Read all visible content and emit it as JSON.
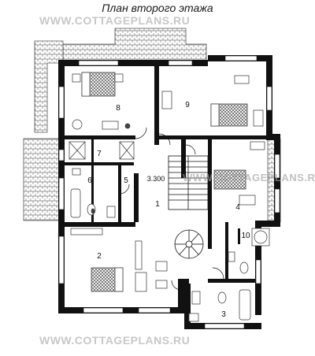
{
  "title": "План второго этажа",
  "watermark": "WWW.COTTAGEPLANS.RU",
  "rooms": [
    {
      "number": "1"
    },
    {
      "number": "2"
    },
    {
      "number": "3"
    },
    {
      "number": "4"
    },
    {
      "number": "5"
    },
    {
      "number": "6"
    },
    {
      "number": "7"
    },
    {
      "number": "8"
    },
    {
      "number": "9"
    },
    {
      "number": "10"
    }
  ],
  "dimension": "3.300",
  "colors": {
    "wall": "#111111",
    "roof": "#9a9a9a",
    "furniture": "#444444"
  }
}
